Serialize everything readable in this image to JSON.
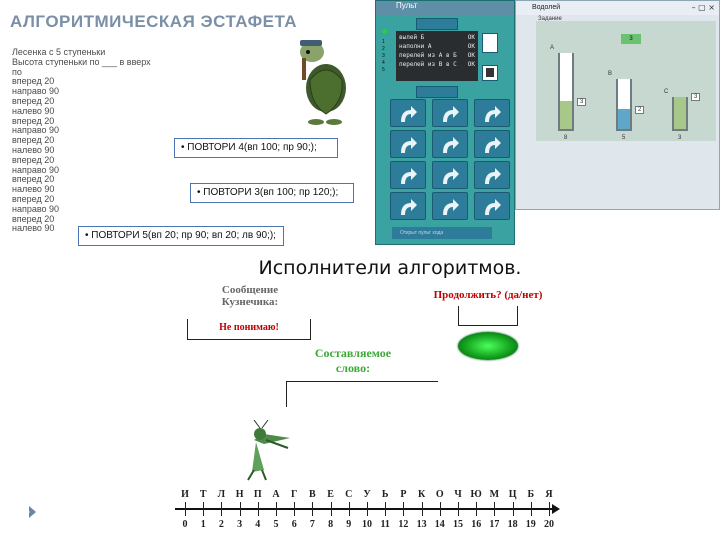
{
  "slide": {
    "title": "АЛГОРИТМИЧЕСКАЯ ЭСТАФЕТА",
    "algo_lines": [
      "Лесенка с 5 ступеньки",
      "Высота ступеньки по ___ в вверх",
      "по",
      "вперед 20",
      "направо 90",
      "вперед 20",
      "налево 90",
      "вперед 20",
      "направо 90",
      "вперед 20",
      "налево 90",
      "вперед 20",
      "направо 90",
      "вперед 20",
      "налево 90",
      "вперед 20",
      "направо 90",
      "вперед 20",
      "налево 90"
    ],
    "repeat_cmds": [
      "• ПОВТОРИ 4(вп 100; пр 90;);",
      "• ПОВТОРИ 3(вп 100; пр 120;);",
      "• ПОВТОРИ 5(вп 20; пр 90; вп 20; лв 90;);"
    ]
  },
  "pult": {
    "title": "Пульт",
    "screen_lines": [
      {
        "cmd": "вылей Б",
        "status": "OK"
      },
      {
        "cmd": "наполни А",
        "status": "OK"
      },
      {
        "cmd": "перелей из А в Б",
        "status": "OK"
      },
      {
        "cmd": "перелей из В в С",
        "status": "OK"
      }
    ],
    "side_numbers": [
      "1",
      "2",
      "3",
      "4",
      "5"
    ],
    "bottom_label": "Открыт пульт хода"
  },
  "vodoley": {
    "title": "Водолей",
    "menu": "Задание",
    "target_value": "3",
    "vessels": [
      {
        "name": "A",
        "capacity": "8",
        "amount": "3",
        "fill": 0.375,
        "color": "#a8c88a"
      },
      {
        "name": "B",
        "capacity": "5",
        "amount": "2",
        "fill": 0.4,
        "color": "#5ea7c9"
      },
      {
        "name": "C",
        "capacity": "3",
        "amount": "3",
        "fill": 1.0,
        "color": "#a8c88a"
      }
    ]
  },
  "caption": "Исполнители алгоритмов.",
  "grasshopper": {
    "message_label_1": "Сообщение",
    "message_label_2": "Кузнечика:",
    "message_value": "Не понимаю!",
    "continue_label": "Продолжить? (да/нет)",
    "word_label_1": "Составляемое",
    "word_label_2": "слово:",
    "letters": [
      "И",
      "Т",
      "Л",
      "Н",
      "П",
      "А",
      "Г",
      "В",
      "Е",
      "С",
      "У",
      "Ь",
      "Р",
      "К",
      "О",
      "Ч",
      "Ю",
      "М",
      "Ц",
      "Б",
      "Я"
    ],
    "numbers": [
      "0",
      "1",
      "2",
      "3",
      "4",
      "5",
      "6",
      "7",
      "8",
      "9",
      "10",
      "11",
      "12",
      "13",
      "14",
      "15",
      "16",
      "17",
      "18",
      "19",
      "20"
    ]
  },
  "colors": {
    "pult_bg": "#3ba2a2",
    "message_red": "#c00000",
    "continue_red": "#c00000",
    "word_green": "#3aaa35",
    "indicator_green": "#1fbf2a"
  }
}
